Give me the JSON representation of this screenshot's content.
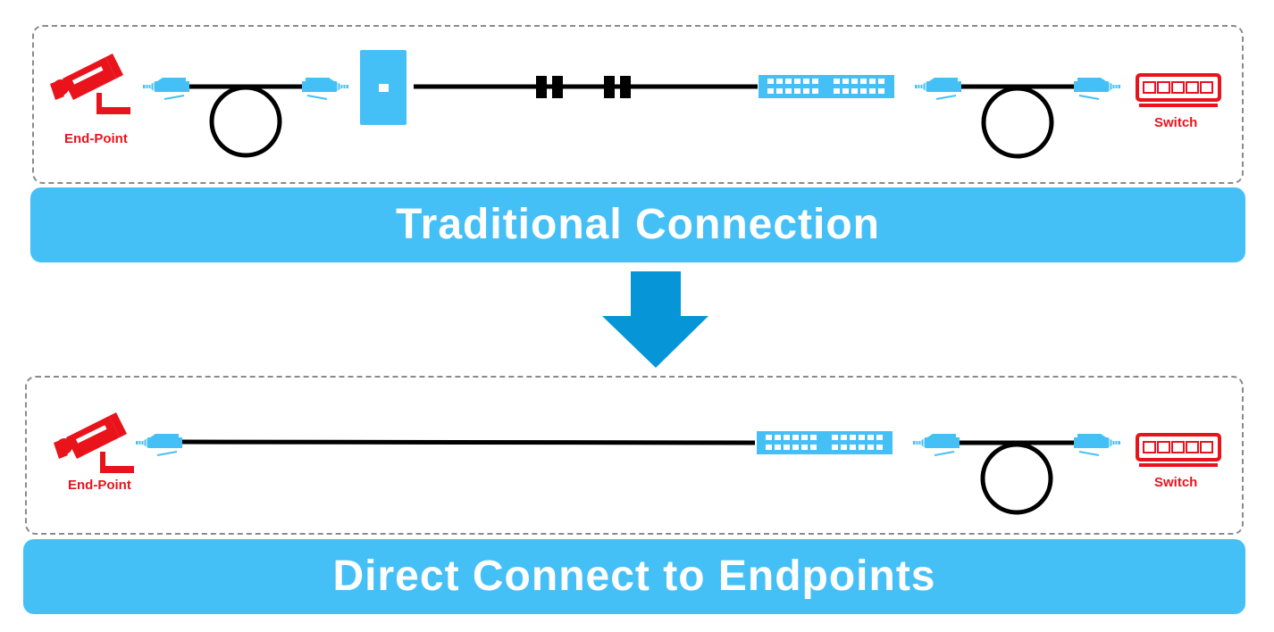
{
  "top_section": {
    "endpoint_label": "End-Point",
    "switch_label": "Switch",
    "banner": "Traditional Connection"
  },
  "bottom_section": {
    "endpoint_label": "End-Point",
    "switch_label": "Switch",
    "banner": "Direct Connect to Endpoints"
  },
  "colors": {
    "banner_blue": "#45c0f7",
    "device_red": "#e8131b",
    "arrow_blue": "#0696d7",
    "cable_black": "#000000",
    "dash_gray": "#8a8a8a"
  },
  "icons": [
    "camera-icon",
    "rj45-plug-icon",
    "wall-plate-icon",
    "coupler-icon",
    "patch-panel-icon",
    "switch-icon",
    "down-arrow-icon"
  ]
}
